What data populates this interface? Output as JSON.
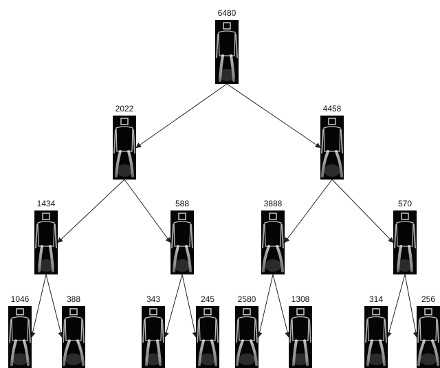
{
  "diagram": {
    "nodes": [
      {
        "id": "n0",
        "count": "6480"
      },
      {
        "id": "n1",
        "count": "2022"
      },
      {
        "id": "n2",
        "count": "4458"
      },
      {
        "id": "n3",
        "count": "1434"
      },
      {
        "id": "n4",
        "count": "588"
      },
      {
        "id": "n5",
        "count": "3888"
      },
      {
        "id": "n6",
        "count": "570"
      },
      {
        "id": "n7",
        "count": "1046"
      },
      {
        "id": "n8",
        "count": "388"
      },
      {
        "id": "n9",
        "count": "343"
      },
      {
        "id": "n10",
        "count": "245"
      },
      {
        "id": "n11",
        "count": "2580"
      },
      {
        "id": "n12",
        "count": "1308"
      },
      {
        "id": "n13",
        "count": "314"
      },
      {
        "id": "n14",
        "count": "256"
      }
    ],
    "edges": [
      [
        "n0",
        "n1"
      ],
      [
        "n0",
        "n2"
      ],
      [
        "n1",
        "n3"
      ],
      [
        "n1",
        "n4"
      ],
      [
        "n2",
        "n5"
      ],
      [
        "n2",
        "n6"
      ],
      [
        "n3",
        "n7"
      ],
      [
        "n3",
        "n8"
      ],
      [
        "n4",
        "n9"
      ],
      [
        "n4",
        "n10"
      ],
      [
        "n5",
        "n11"
      ],
      [
        "n5",
        "n12"
      ],
      [
        "n6",
        "n13"
      ],
      [
        "n6",
        "n14"
      ]
    ],
    "colors": {
      "edge": "#222222",
      "thumb_bg": "#050505",
      "silhouette": "#d6d6d6",
      "text": "#111111"
    }
  }
}
